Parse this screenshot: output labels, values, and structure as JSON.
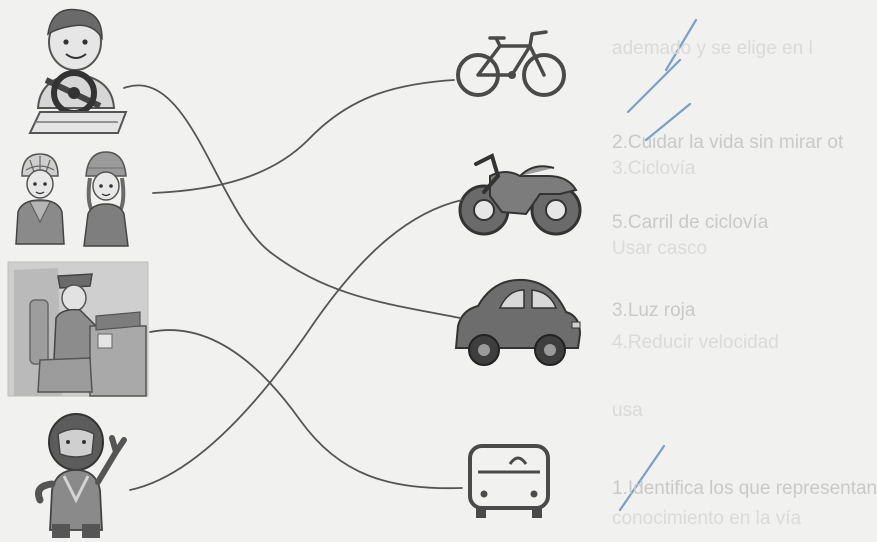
{
  "worksheet": {
    "people": [
      {
        "id": "driver",
        "icon": "driver-icon"
      },
      {
        "id": "cyclists",
        "icon": "cyclists-icon"
      },
      {
        "id": "bus-driver",
        "icon": "bus-driver-icon"
      },
      {
        "id": "motorcyclist",
        "icon": "motorcyclist-icon"
      }
    ],
    "vehicles": [
      {
        "id": "bicycle",
        "icon": "bicycle-icon"
      },
      {
        "id": "motorcycle",
        "icon": "motorcycle-icon"
      },
      {
        "id": "car",
        "icon": "car-icon"
      },
      {
        "id": "bus",
        "icon": "bus-icon"
      }
    ],
    "matches": [
      {
        "person": "driver",
        "vehicle": "car"
      },
      {
        "person": "cyclists",
        "vehicle": "bicycle"
      },
      {
        "person": "bus-driver",
        "vehicle": "bus"
      },
      {
        "person": "motorcyclist",
        "vehicle": "motorcycle"
      }
    ],
    "bleed_through_text": [
      "ademado y se elige en l",
      "2.Cuidar la vida sin mirar ot",
      "3.Ciclovía",
      "5.Carril de ciclovía",
      "Usar casco",
      "3.Luz roja",
      "4.Reducir velocidad",
      "1.Identifica los que representan",
      "conocimiento en la vía",
      "usa"
    ],
    "colors": {
      "paper": "#f1f1ef",
      "ink": "#3a3a3a",
      "match_line": "#555555",
      "check_mark": "#7a9fc8",
      "bleed_text": "#c9c9c9"
    }
  }
}
